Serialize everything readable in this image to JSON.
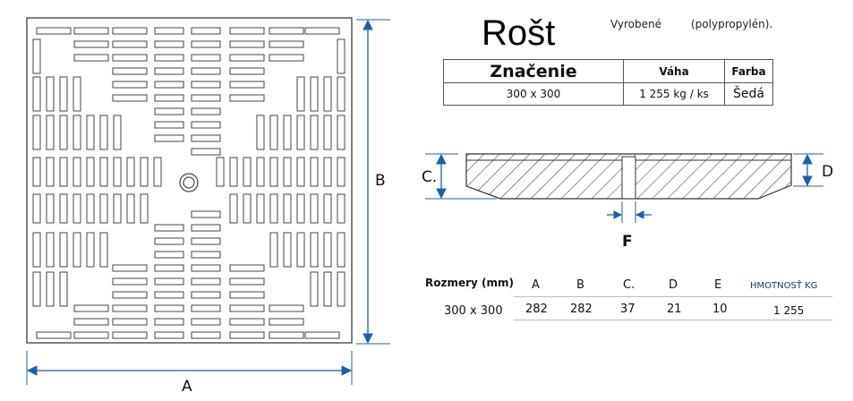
{
  "title": "Rošt",
  "note_left": "Vyrobené",
  "note_right": "(polypropylén).",
  "spec_table": {
    "headers": [
      "Značenie",
      "Váha",
      "Farba"
    ],
    "row": [
      "300 x 300",
      "1 255 kg / ks",
      "Šedá"
    ]
  },
  "plan_view": {
    "label_width": "A",
    "label_height": "B",
    "dimension_color": "#1f5fa8"
  },
  "section_view": {
    "label_total_height": "C.",
    "label_edge_height": "D",
    "label_slot_width": "F"
  },
  "dimensions_table": {
    "row_label": "Rozmery (mm)",
    "headers": [
      "A",
      "B",
      "C.",
      "D",
      "E",
      "HMOTNOSŤ KG"
    ],
    "size": "300 x 300",
    "values": [
      "282",
      "282",
      "37",
      "21",
      "10",
      "1 255"
    ]
  }
}
